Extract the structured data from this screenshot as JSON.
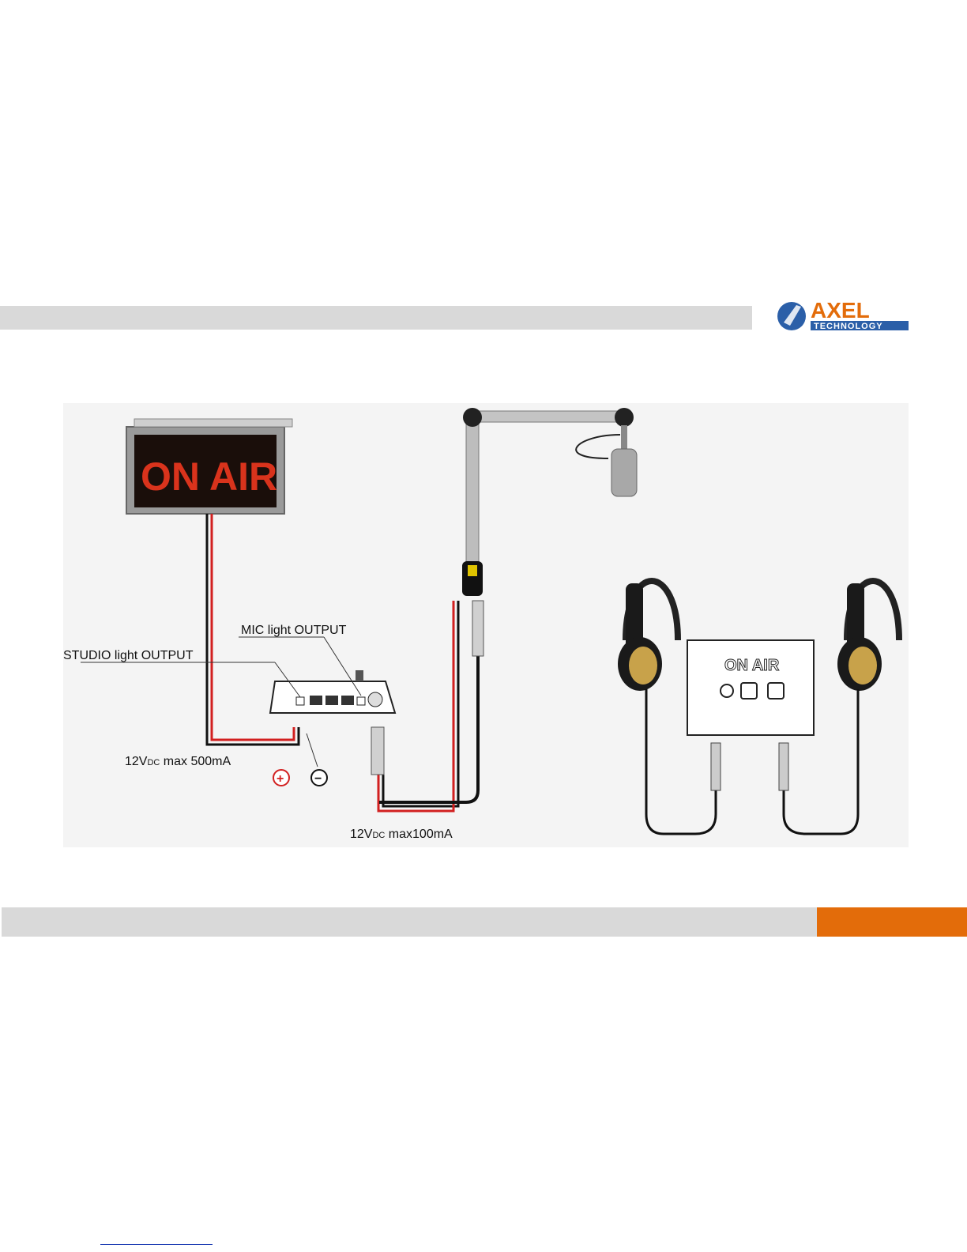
{
  "header": {
    "logo": {
      "wordmark": "AXEL",
      "tagline": "TECHNOLOGY",
      "colors": {
        "wordmark": "#e36c0a",
        "tagline_bg": "#2b5fa8",
        "emblem": "#2b5fa8"
      }
    },
    "bar_color": "#d9d9d9"
  },
  "footer": {
    "bar_color": "#d9d9d9",
    "accent_color": "#e36c0a"
  },
  "diagram": {
    "sign_text": "ON AIR",
    "panel_text": "ON AIR",
    "labels": {
      "mic_light_output": "MIC light OUTPUT",
      "studio_light_output": "STUDIO light OUTPUT",
      "power_studio_prefix": "12V",
      "power_studio_sub": "DC",
      "power_studio_suffix": " max 500mA",
      "power_mic_prefix": "12V",
      "power_mic_sub": "DC",
      "power_mic_suffix": " max100mA"
    },
    "polarity": {
      "plus": "+",
      "minus": "−"
    },
    "wire_colors": {
      "positive": "#d22020",
      "negative": "#111111"
    }
  }
}
